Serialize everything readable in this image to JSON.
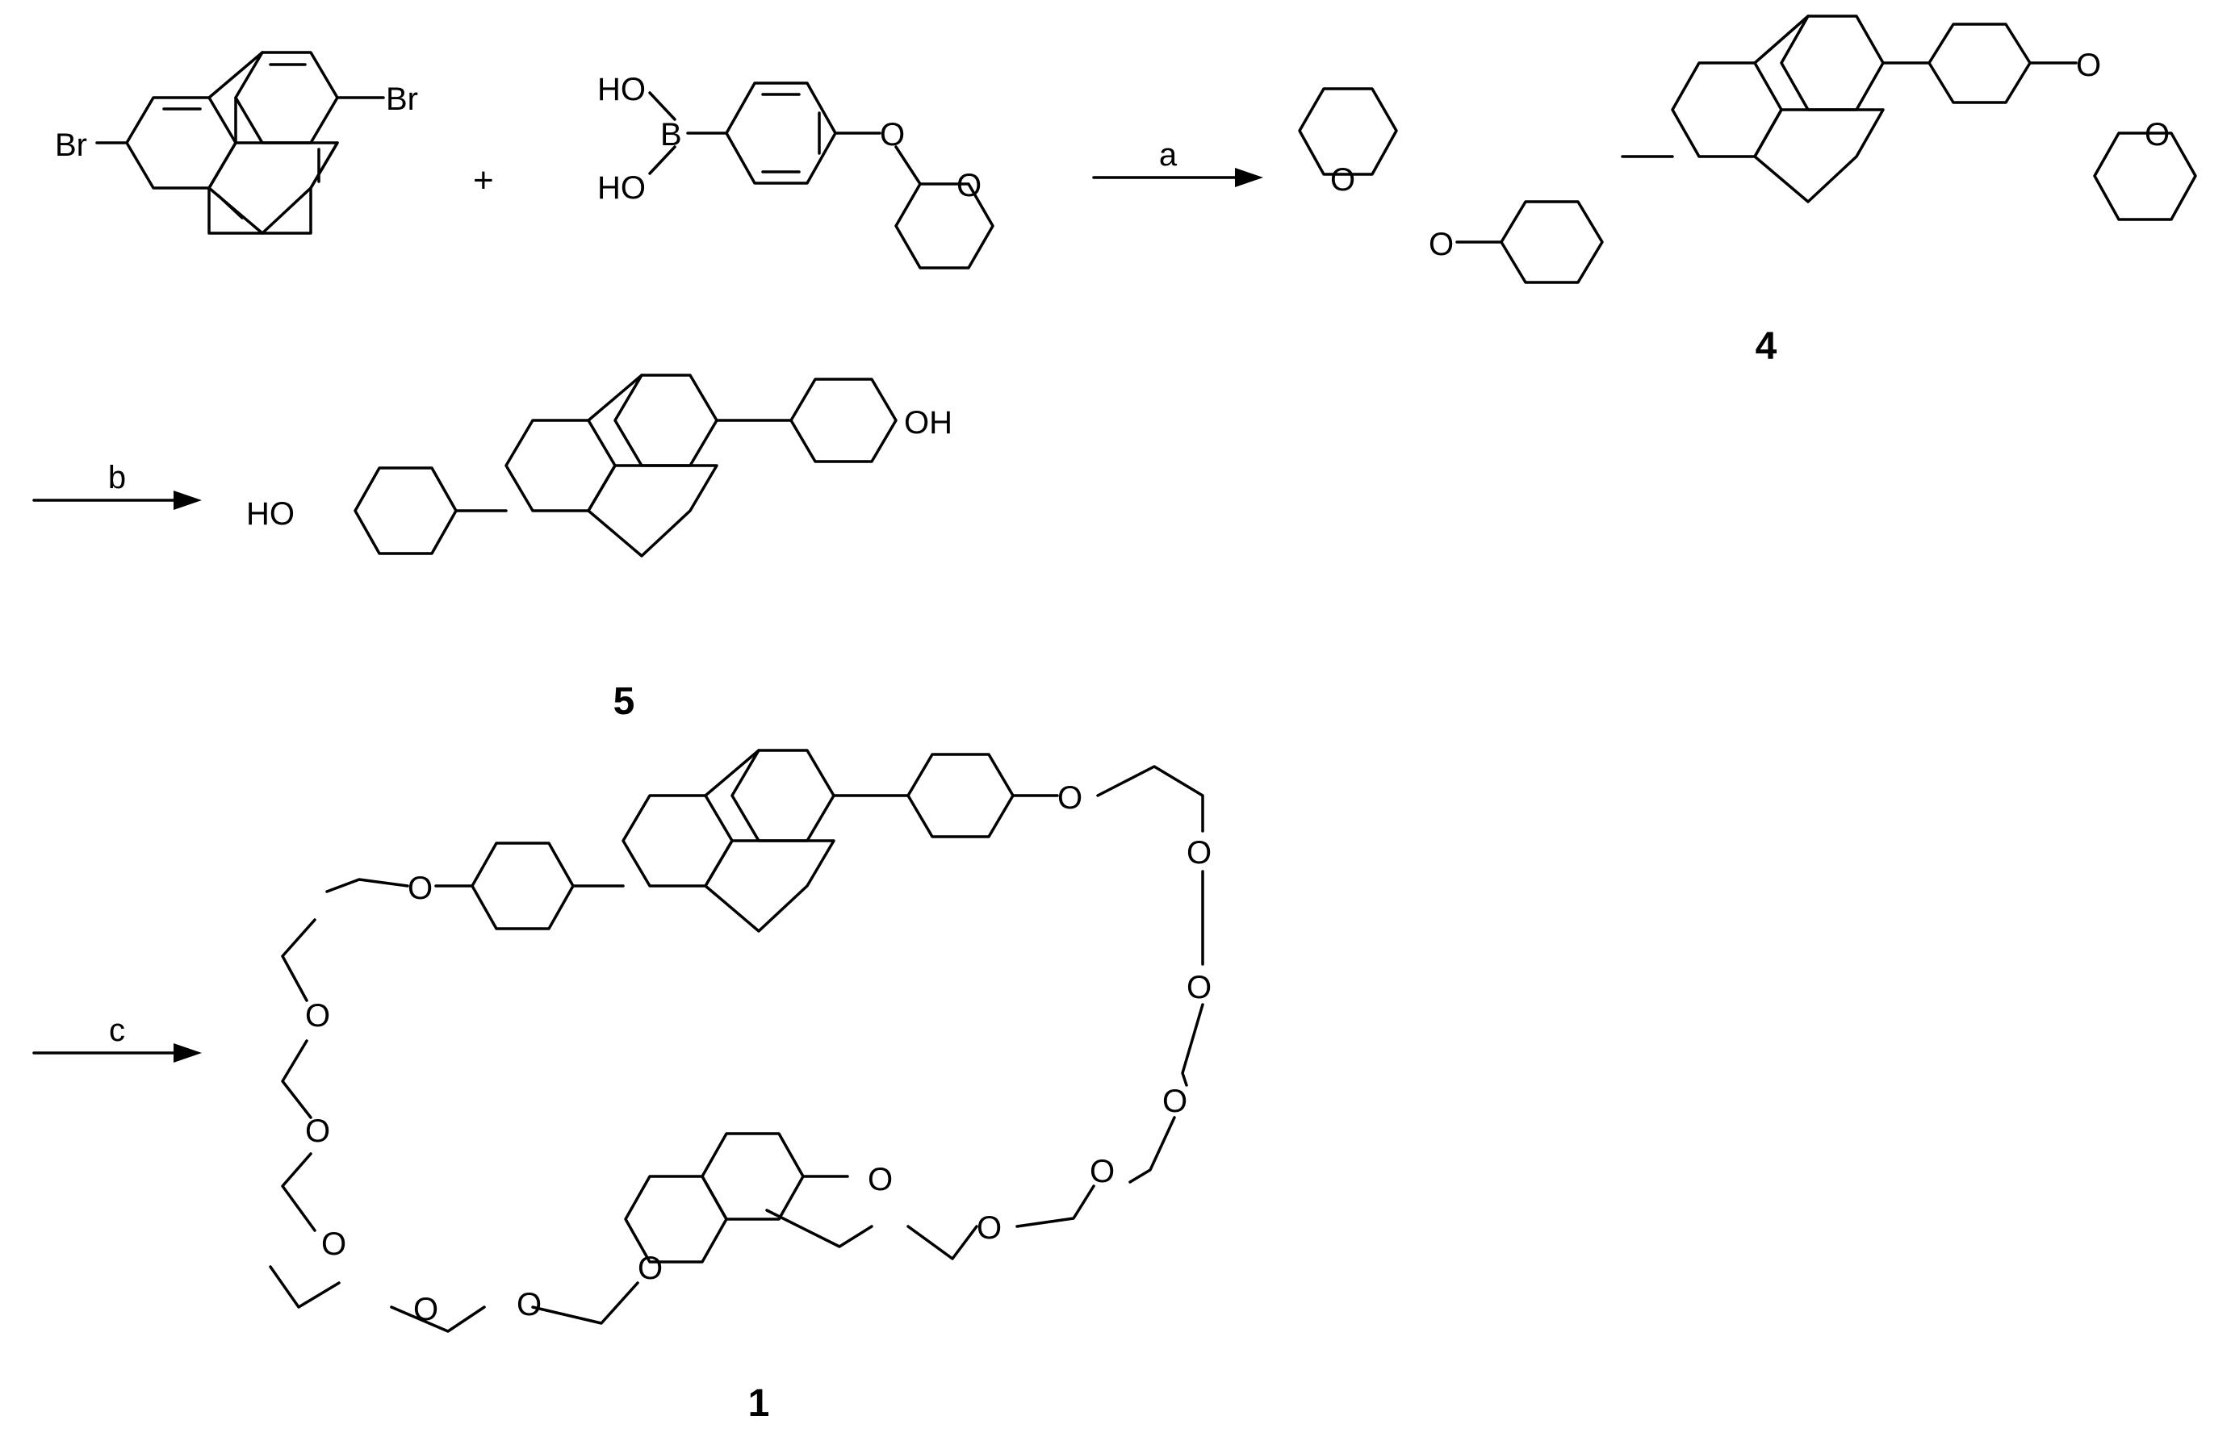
{
  "scheme": {
    "plus_sign": "+",
    "atom_labels": {
      "bromine": "Br",
      "boronic_hydroxyl": "HO",
      "boron": "B",
      "oxygen": "O",
      "hydroxyl_right": "OH",
      "hydroxyl_left": "HO"
    },
    "conditions": {
      "step_a": "a",
      "step_b": "b",
      "step_c": "c"
    },
    "compounds": {
      "compound_4": "4",
      "compound_5": "5",
      "compound_1": "1"
    }
  }
}
